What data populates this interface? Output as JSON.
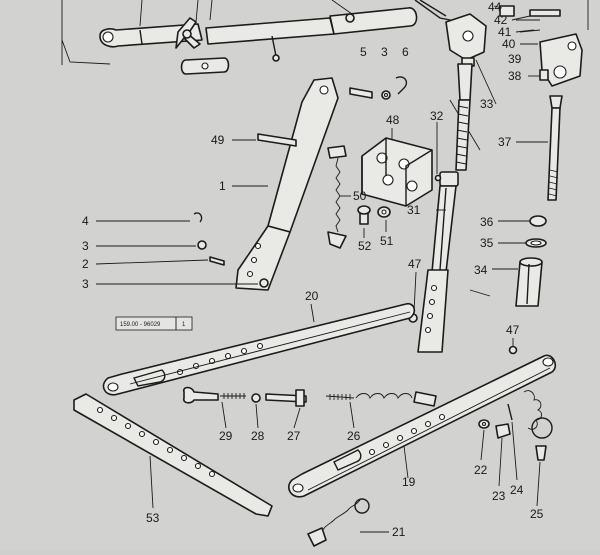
{
  "drawing_ref": "159.00 - 96029",
  "sheet_no": "1",
  "callouts": {
    "n1": "1",
    "n2": "2",
    "n3a": "3",
    "n3b": "3",
    "n3c": "3",
    "n4": "4",
    "n5": "5",
    "n6": "6",
    "n19": "19",
    "n20": "20",
    "n21": "21",
    "n22": "22",
    "n23": "23",
    "n24": "24",
    "n25": "25",
    "n26": "26",
    "n27": "27",
    "n28": "28",
    "n29": "29",
    "n31": "31",
    "n32": "32",
    "n33": "33",
    "n34": "34",
    "n35": "35",
    "n36": "36",
    "n37": "37",
    "n38": "38",
    "n39": "39",
    "n40": "40",
    "n41": "41",
    "n42": "42",
    "n44": "44",
    "n47a": "47",
    "n47b": "47",
    "n48": "48",
    "n49": "49",
    "n50": "50",
    "n51": "51",
    "n52": "52",
    "n53": "53"
  }
}
